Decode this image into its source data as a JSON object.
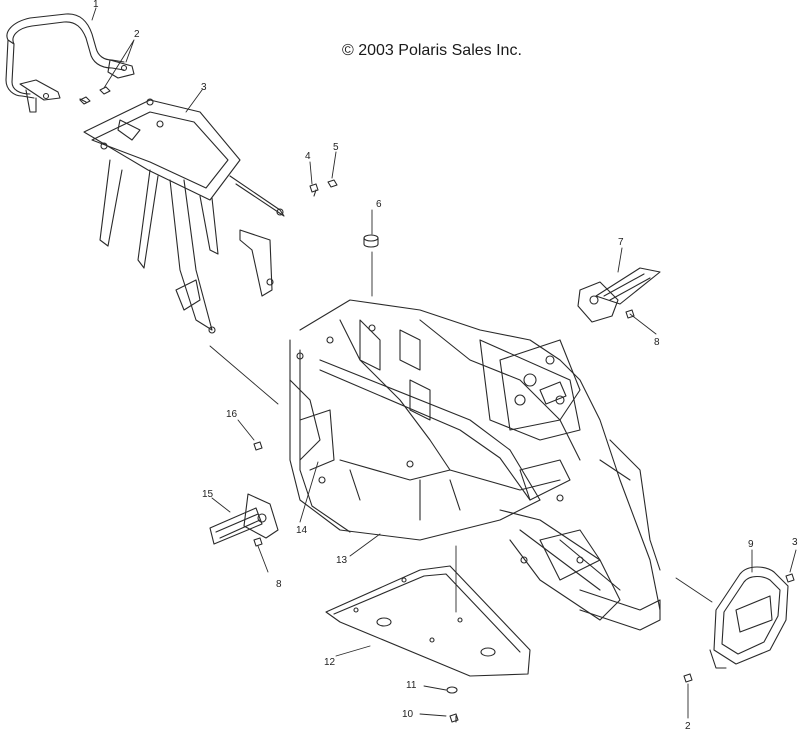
{
  "copyright": "© 2003 Polaris Sales Inc.",
  "callouts": [
    {
      "id": "c1",
      "label": "1"
    },
    {
      "id": "c2a",
      "label": "2"
    },
    {
      "id": "c3a",
      "label": "3"
    },
    {
      "id": "c4",
      "label": "4"
    },
    {
      "id": "c5",
      "label": "5"
    },
    {
      "id": "c6",
      "label": "6"
    },
    {
      "id": "c7",
      "label": "7"
    },
    {
      "id": "c8a",
      "label": "8"
    },
    {
      "id": "c16",
      "label": "16"
    },
    {
      "id": "c15",
      "label": "15"
    },
    {
      "id": "c14",
      "label": "14"
    },
    {
      "id": "c8b",
      "label": "8"
    },
    {
      "id": "c13",
      "label": "13"
    },
    {
      "id": "c9",
      "label": "9"
    },
    {
      "id": "c3b",
      "label": "3"
    },
    {
      "id": "c12",
      "label": "12"
    },
    {
      "id": "c11",
      "label": "11"
    },
    {
      "id": "c10",
      "label": "10"
    },
    {
      "id": "c2b",
      "label": "2"
    }
  ],
  "colors": {
    "line": "#2a2a2a",
    "background": "#ffffff"
  }
}
